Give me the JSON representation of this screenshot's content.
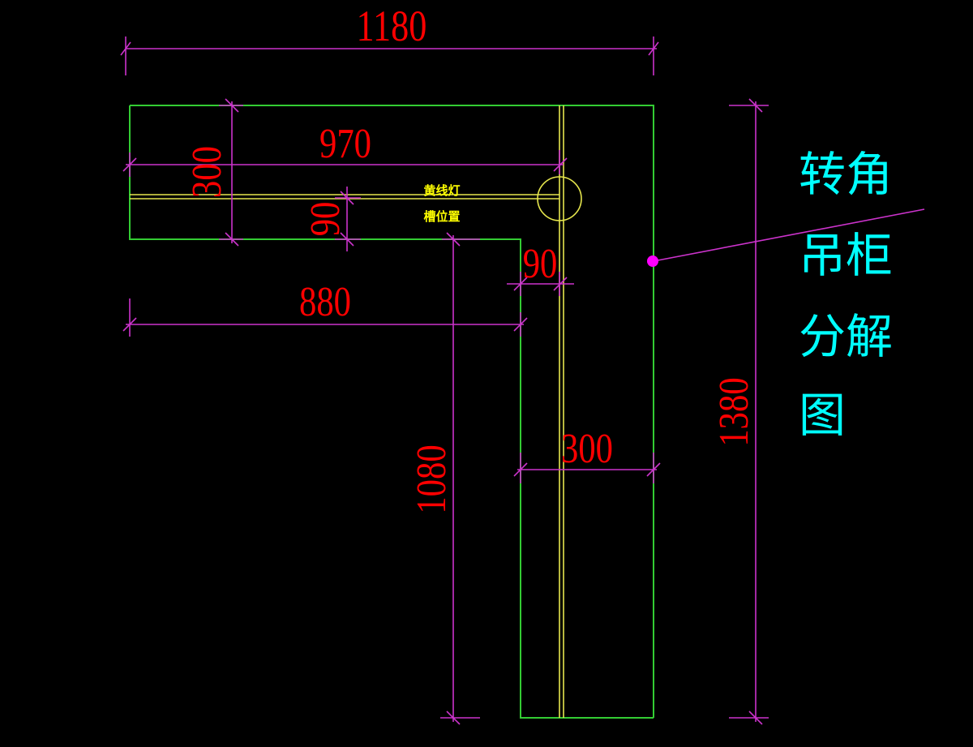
{
  "drawing": {
    "title_lines": [
      "转角",
      "吊柜",
      "分解",
      "图"
    ],
    "note_lines": [
      "黄线灯",
      "槽位置"
    ],
    "colors": {
      "background": "#000000",
      "outline": "#33cc33",
      "dimension_line": "#cc33cc",
      "dimension_text": "#ff0000",
      "light_channel": "#e6e64d",
      "title": "#00ffff",
      "leader_dot": "#ff00ff"
    },
    "dimensions": {
      "overall_width": "1180",
      "upper_inner_length": "970",
      "upper_depth": "300",
      "channel_offset_horizontal": "90",
      "channel_offset_vertical": "90",
      "lower_left_length": "880",
      "side_depth": "300",
      "side_inner_length": "1080",
      "overall_height": "1380"
    }
  }
}
